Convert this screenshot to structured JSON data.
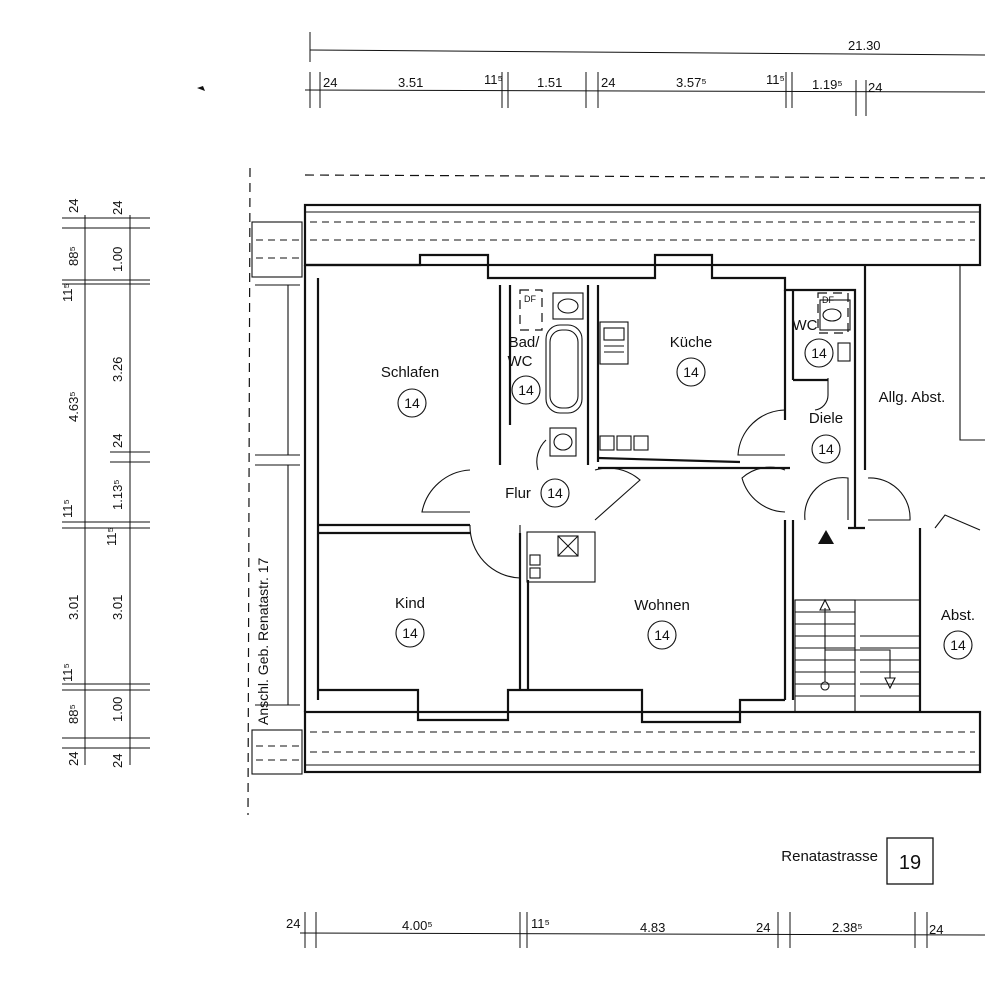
{
  "rooms": {
    "schlafen": {
      "name": "Schlafen",
      "number": "14"
    },
    "bad": {
      "name1": "Bad/",
      "name2": "WC",
      "number": "14"
    },
    "kueche": {
      "name": "Küche",
      "number": "14"
    },
    "wc": {
      "name": "WC",
      "number": "14"
    },
    "diele": {
      "name": "Diele",
      "number": "14"
    },
    "flur": {
      "name": "Flur",
      "number": "14"
    },
    "kind": {
      "name": "Kind",
      "number": "14"
    },
    "wohnen": {
      "name": "Wohnen",
      "number": "14"
    },
    "allg_abst": {
      "name": "Allg. Abst."
    },
    "abst": {
      "name": "Abst.",
      "number": "14"
    }
  },
  "fixtures": {
    "df1": "DF",
    "df2": "DF"
  },
  "neighbor_label": "Anschl. Geb. Renatastr. 17",
  "street": {
    "name": "Renatastrasse",
    "number": "19"
  },
  "dims_top": {
    "total": "21.30",
    "segments": [
      "24",
      "3.51",
      "11⁵",
      "1.51",
      "24",
      "3.57⁵",
      "11⁵",
      "1.19⁵",
      "24"
    ]
  },
  "dims_bottom": {
    "segments": [
      "24",
      "4.00⁵",
      "11⁵",
      "4.83",
      "24",
      "2.38⁵",
      "24"
    ]
  },
  "dims_left_outer": [
    "24",
    "88⁵",
    "11⁵",
    "4.63⁵",
    "11⁵",
    "3.01",
    "11⁵",
    "88⁵",
    "24"
  ],
  "dims_left_inner": [
    "24",
    "1.00",
    "3.26",
    "24",
    "1.13⁵",
    "11⁵",
    "3.01",
    "1.00",
    "24"
  ]
}
